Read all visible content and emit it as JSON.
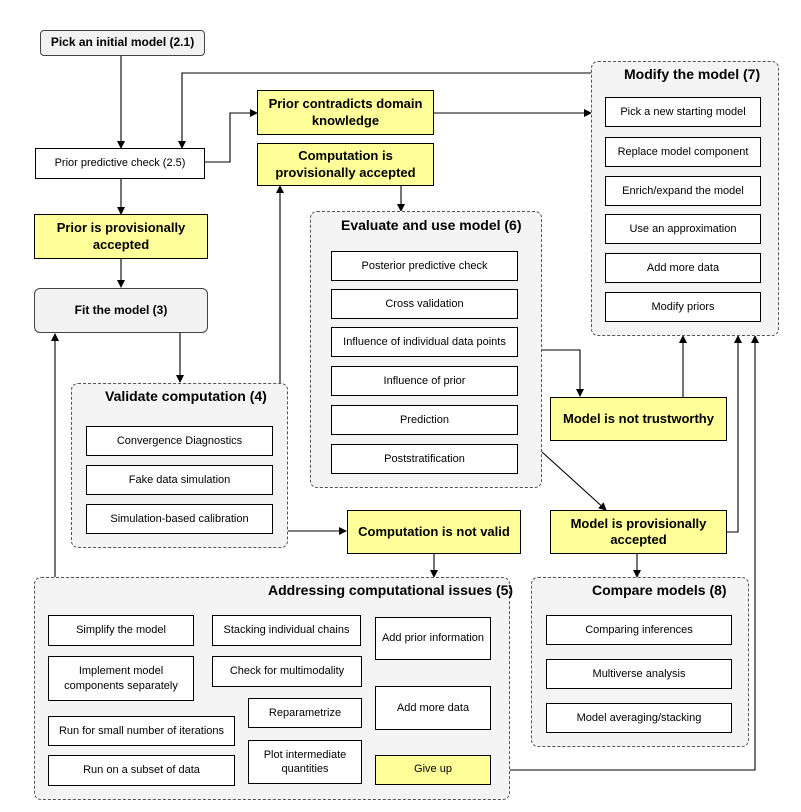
{
  "nodes": {
    "pick_initial": "Pick an initial model (2.1)",
    "prior_check": "Prior predictive check (2.5)",
    "prior_contradicts": "Prior contradicts domain knowledge",
    "prior_accepted": "Prior is provisionally accepted",
    "computation_accepted": "Computation is provisionally accepted",
    "fit_model": "Fit the model (3)",
    "computation_not_valid": "Computation is not valid",
    "not_trustworthy": "Model is not trustworthy",
    "model_accepted": "Model is provisionally accepted"
  },
  "groups": {
    "modify": {
      "title": "Modify the model (7)",
      "items": [
        "Pick a new starting model",
        "Replace model component",
        "Enrich/expand the model",
        "Use an approximation",
        "Add more data",
        "Modify priors"
      ]
    },
    "evaluate": {
      "title": "Evaluate and use model (6)",
      "items": [
        "Posterior predictive check",
        "Cross validation",
        "Influence of individual data points",
        "Influence of prior",
        "Prediction",
        "Poststratification"
      ]
    },
    "validate": {
      "title": "Validate computation (4)",
      "items": [
        "Convergence Diagnostics",
        "Fake data simulation",
        "Simulation-based calibration"
      ]
    },
    "addressing": {
      "title": "Addressing computational issues (5)",
      "items": [
        "Simplify the model",
        "Implement model components separately",
        "Run for small number of iterations",
        "Run on a subset of data",
        "Stacking individual chains",
        "Check for multimodality",
        "Reparametrize",
        "Plot intermediate quantities",
        "Add prior information",
        "Add more data",
        "Give up"
      ]
    },
    "compare": {
      "title": "Compare models (8)",
      "items": [
        "Comparing inferences",
        "Multiverse analysis",
        "Model averaging/stacking"
      ]
    }
  }
}
